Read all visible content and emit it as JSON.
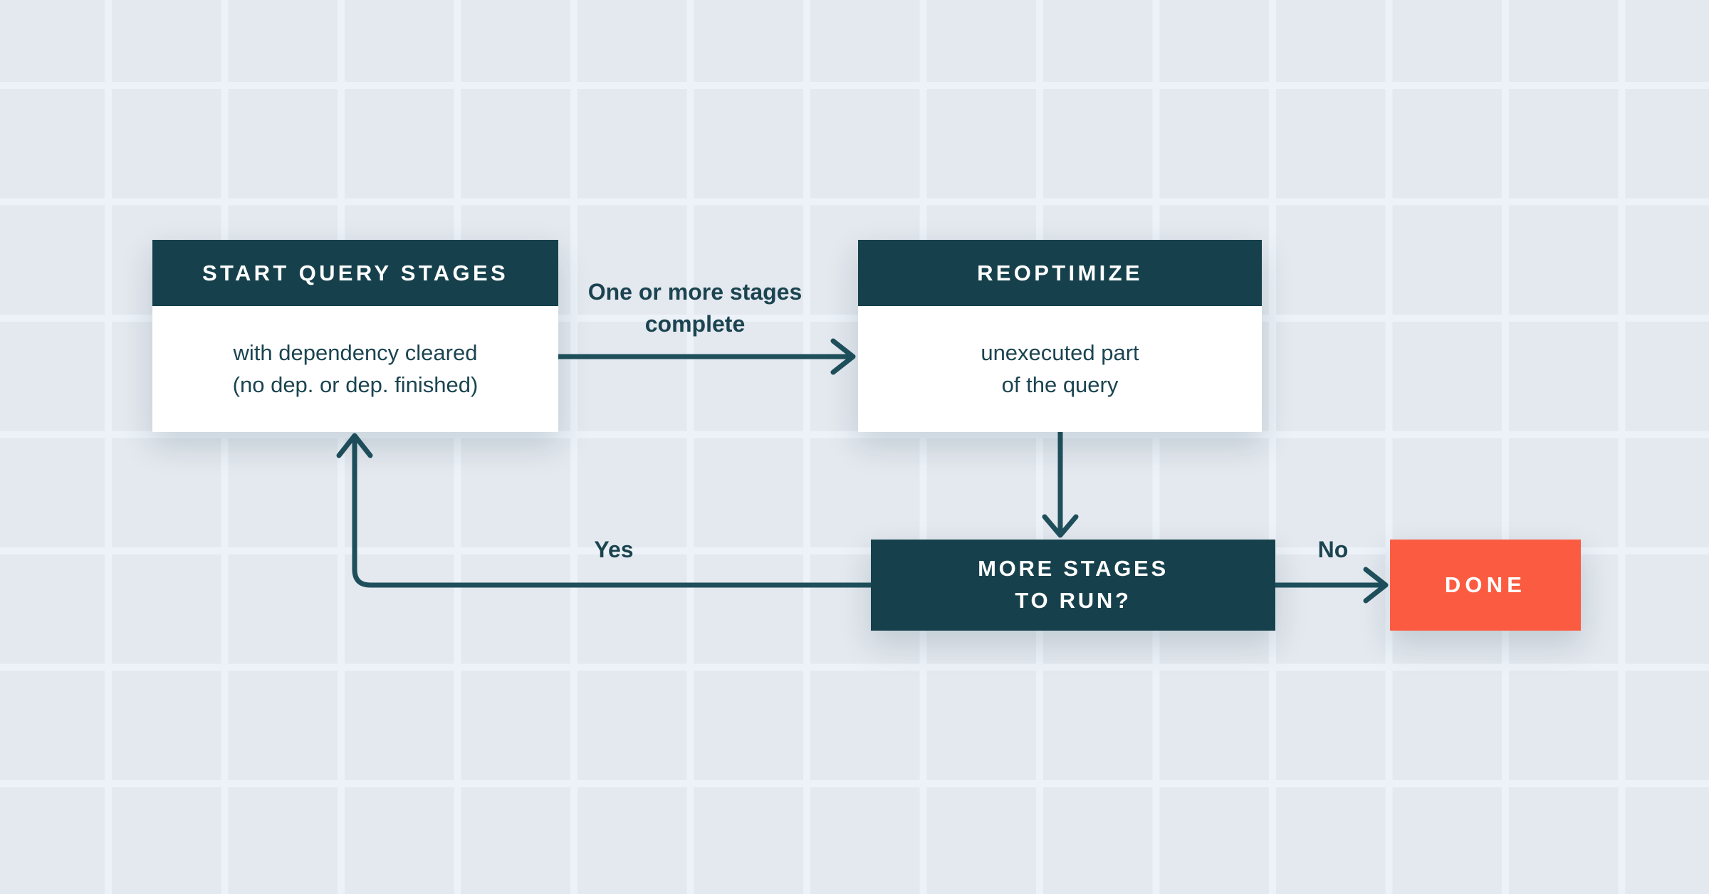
{
  "colors": {
    "dark_teal": "#16414c",
    "arrow": "#1e4f5b",
    "orange": "#fb5c41",
    "body_text": "#1b4450",
    "bg_cell": "#e4e8ef",
    "bg_line": "#edf2f9"
  },
  "nodes": {
    "start": {
      "title": "START QUERY STAGES",
      "body_line1": "with dependency cleared",
      "body_line2": "(no dep. or dep. finished)"
    },
    "reoptimize": {
      "title": "REOPTIMIZE",
      "body_line1": "unexecuted part",
      "body_line2": "of the query"
    },
    "more_stages": {
      "title_line1": "MORE STAGES",
      "title_line2": "TO RUN?"
    },
    "done": {
      "title": "DONE"
    }
  },
  "edges": {
    "stages_complete": {
      "label_line1": "One or more stages",
      "label_line2": "complete"
    },
    "yes": {
      "label": "Yes"
    },
    "no": {
      "label": "No"
    }
  }
}
